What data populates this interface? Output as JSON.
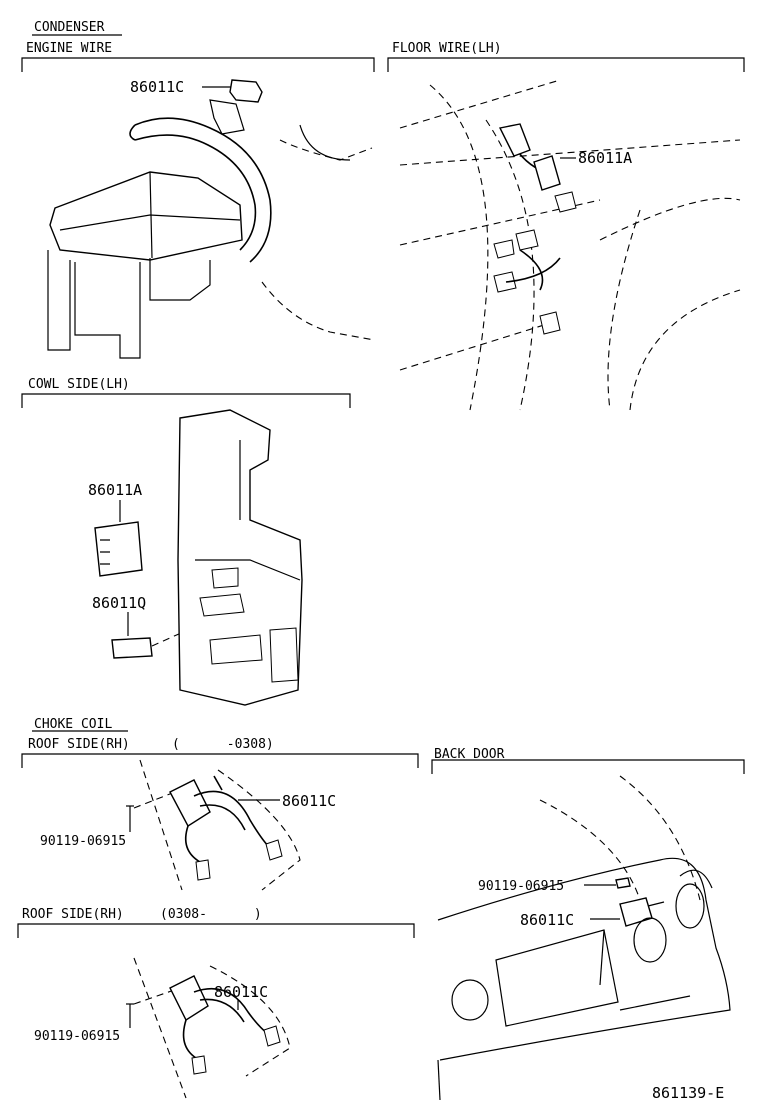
{
  "title": "CONDENSER",
  "footer_code": "861139-E",
  "sections": {
    "engine_wire": {
      "title": "ENGINE WIRE",
      "callouts": [
        "86011C"
      ]
    },
    "floor_wire": {
      "title": "FLOOR WIRE(LH)",
      "callouts": [
        "86011A"
      ]
    },
    "cowl_side": {
      "title": "COWL SIDE(LH)",
      "callouts": [
        "86011A",
        "86011Q"
      ]
    },
    "choke_coil": "CHOKE COIL",
    "roof_side_1": {
      "title": "ROOF SIDE(RH)",
      "date_range": "(      -0308)",
      "callouts": [
        "86011C",
        "90119-06915"
      ]
    },
    "roof_side_2": {
      "title": "ROOF SIDE(RH)",
      "date_range": "(0308-      )",
      "callouts": [
        "86011C",
        "90119-06915"
      ]
    },
    "back_door": {
      "title": "BACK DOOR",
      "callouts": [
        "90119-06915",
        "86011C"
      ]
    }
  }
}
